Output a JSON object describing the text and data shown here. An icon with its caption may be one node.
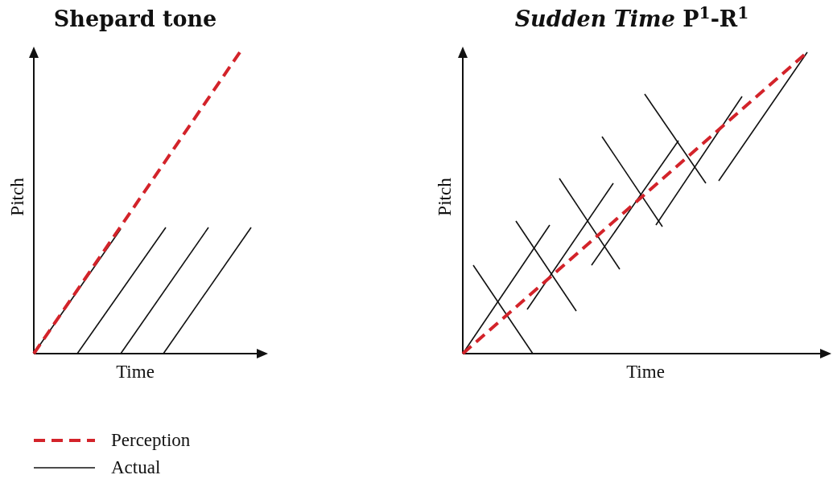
{
  "diagram": {
    "labels": [
      "Shepard tone",
      "*Sudden Time* P$^{1}$-R$^{1}$",
      "Pitch",
      "Time",
      "Pitch",
      "Time"
    ],
    "legend": [
      {
        "text": "Perception"
      },
      {
        "text": "Actual"
      }
    ]
  }
}
